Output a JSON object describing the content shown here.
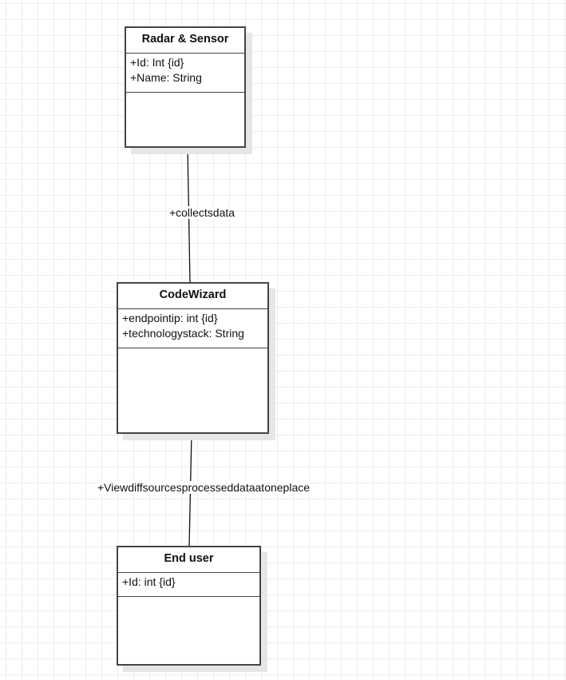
{
  "classes": [
    {
      "name": "Radar & Sensor",
      "attributes": [
        "+Id: Int {id}",
        "+Name: String"
      ]
    },
    {
      "name": "CodeWizard",
      "attributes": [
        "+endpointip: int {id}",
        "+technologystack: String"
      ]
    },
    {
      "name": "End user",
      "attributes": [
        "+Id: int {id}"
      ]
    }
  ],
  "associations": [
    {
      "label": "+collectsdata"
    },
    {
      "label": "+Viewdiffsourcesprocesseddataatoneplace"
    }
  ]
}
